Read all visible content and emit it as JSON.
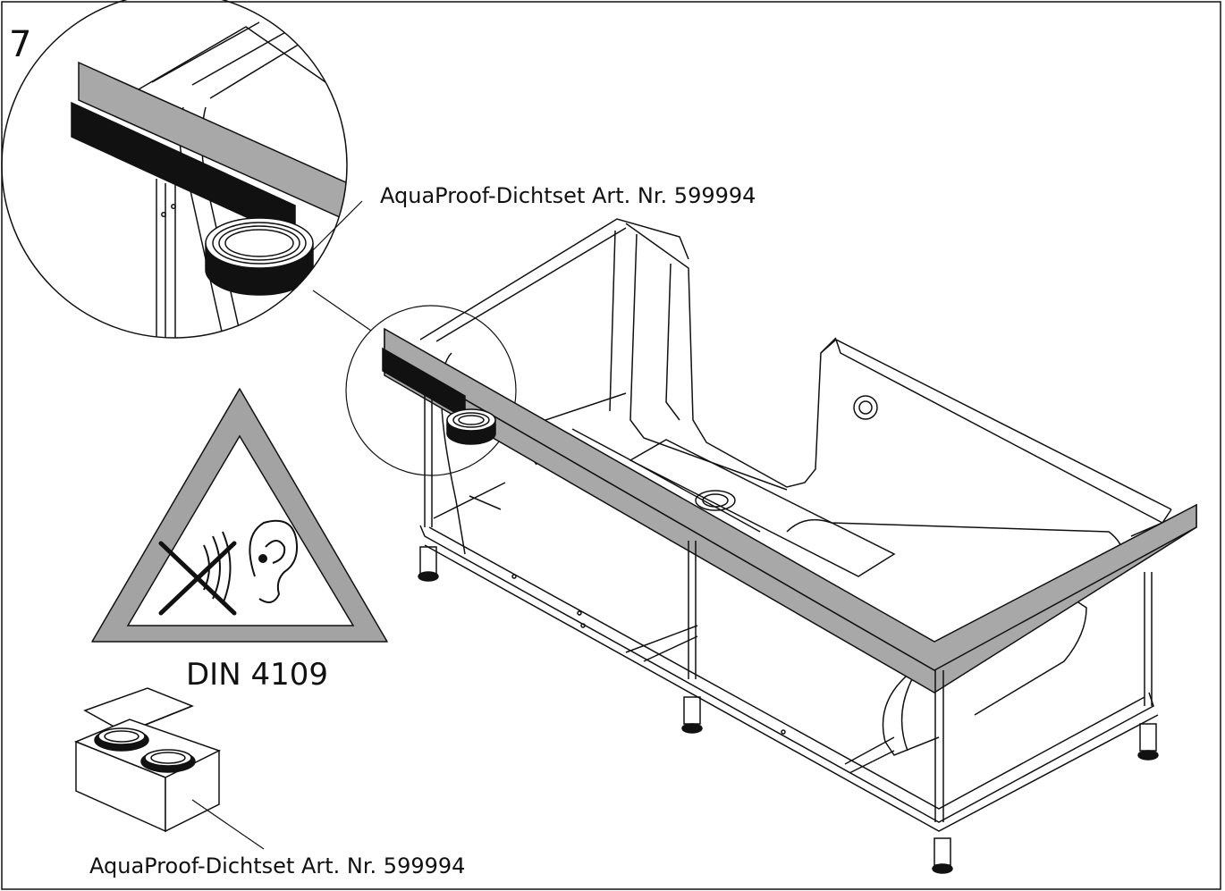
{
  "step_number": "7",
  "labels": {
    "seal_set_callout": "AquaProof-Dichtset Art. Nr. 599994",
    "seal_set_box": "AquaProof-Dichtset Art. Nr. 599994",
    "norm": "DIN 4109"
  },
  "icons": [
    "warning-triangle-icon",
    "ear-icon",
    "cross-icon",
    "seal-ring-icon",
    "seal-set-box-icon"
  ],
  "colors": {
    "line": "#111111",
    "tape_grey": "#a8a8a8",
    "tape_black": "#111111",
    "warning_grey": "#a3a3a3"
  }
}
